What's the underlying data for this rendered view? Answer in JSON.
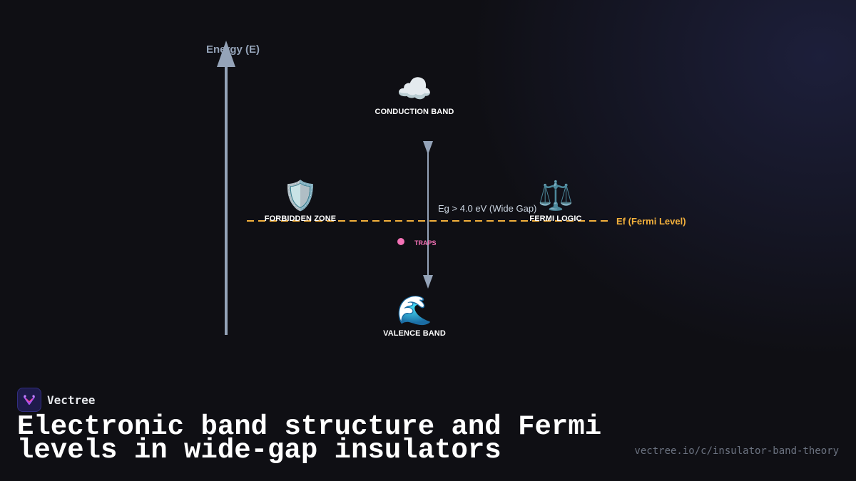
{
  "axis": {
    "label": "Energy (E)"
  },
  "nodes": {
    "conduction": {
      "icon": "☁️",
      "icon_name": "cloud-icon",
      "label": "CONDUCTION BAND"
    },
    "forbidden": {
      "icon": "🛡️",
      "icon_name": "shield-icon",
      "label": "FORBIDDEN ZONE"
    },
    "fermi_logic": {
      "icon": "⚖️",
      "icon_name": "balance-scale-icon",
      "label": "FERMI LOGIC"
    },
    "valence": {
      "icon": "🌊",
      "icon_name": "wave-icon",
      "label": "VALENCE BAND"
    }
  },
  "gap": {
    "label": "Eg > 4.0 eV (Wide Gap)"
  },
  "fermi_level": {
    "label": "Ef (Fermi Level)"
  },
  "traps": {
    "label": "TRAPS"
  },
  "colors": {
    "background": "#0f0f14",
    "axis": "#94a3b8",
    "fermi": "#f4b13c",
    "traps": "#f472b6",
    "text": "#ffffff"
  },
  "brand": {
    "name": "Vectree",
    "logo_icon": "vectree-logo-icon"
  },
  "headline": "Electronic band structure and Fermi levels in wide-gap insulators",
  "url": "vectree.io/c/insulator-band-theory"
}
